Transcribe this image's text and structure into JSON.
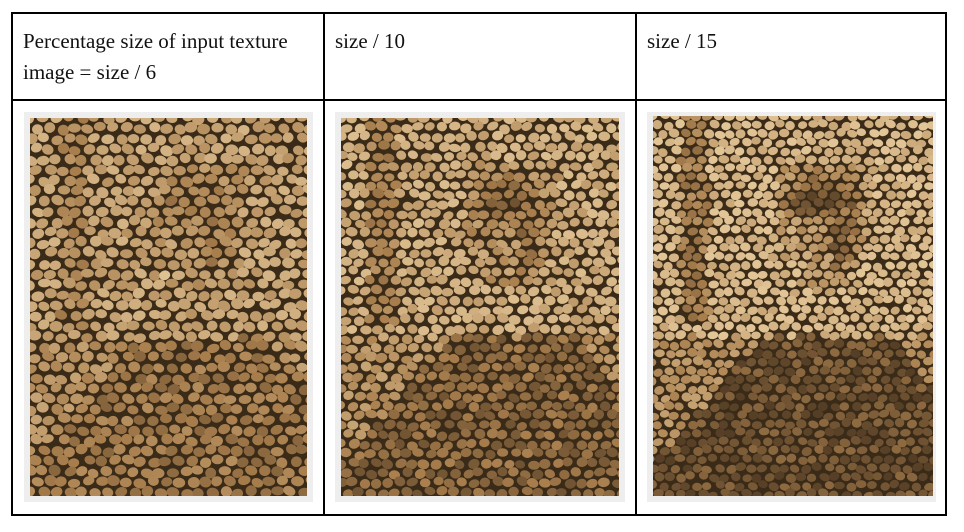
{
  "table": {
    "headers": [
      "Percentage size of input texture image = size / 6",
      "size / 10",
      "size / 15"
    ],
    "images": [
      {
        "label": "Mosaic of portrait rendered with pebble texture at size / 6"
      },
      {
        "label": "Mosaic of portrait rendered with pebble texture at size / 10"
      },
      {
        "label": "Mosaic of portrait rendered with pebble texture at size / 15"
      }
    ]
  },
  "colors": {
    "border": "#000000",
    "frame": "#eeeeee",
    "pebble_light": "#e2c597",
    "pebble_mid": "#a87e4d",
    "pebble_dark": "#2e2113"
  }
}
